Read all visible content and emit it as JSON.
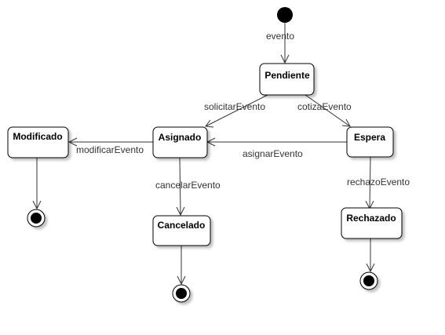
{
  "states": {
    "pendiente": "Pendiente",
    "asignado": "Asignado",
    "espera": "Espera",
    "modificado": "Modificado",
    "cancelado": "Cancelado",
    "rechazado": "Rechazado"
  },
  "transitions": {
    "evento": "evento",
    "solicitar_evento": "solicitarEvento",
    "cotiza_evento": "cotizaEvento",
    "asignar_evento": "asignarEvento",
    "modificar_evento": "modificarEvento",
    "cancelar_evento": "cancelarEvento",
    "rechazo_evento": "rechazoEvento"
  }
}
